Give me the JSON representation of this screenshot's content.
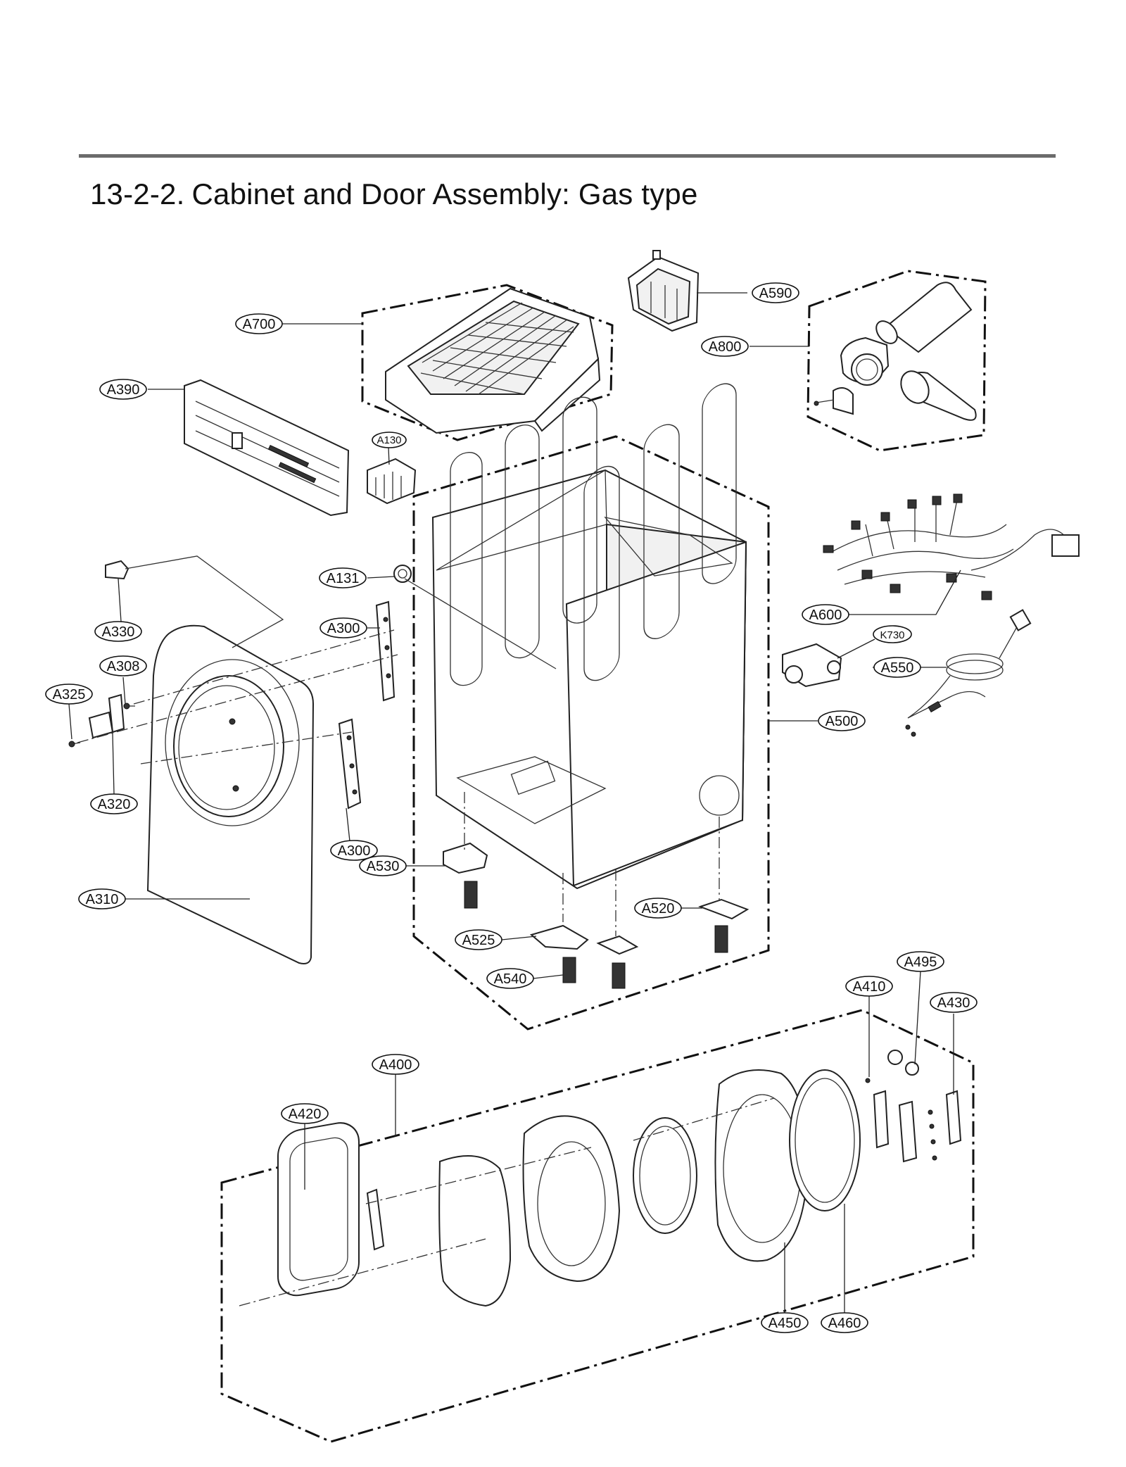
{
  "header": {
    "section_number": "13-2-2.",
    "title": "Cabinet and Door Assembly: Gas type"
  },
  "labels": {
    "a700": "A700",
    "a590": "A590",
    "a800": "A800",
    "a390": "A390",
    "a130": "A130",
    "a131": "A131",
    "a330": "A330",
    "a300_top": "A300",
    "a308": "A308",
    "a325": "A325",
    "a320": "A320",
    "a300_bottom": "A300",
    "a310": "A310",
    "a530": "A530",
    "a525": "A525",
    "a540": "A540",
    "a520": "A520",
    "a500": "A500",
    "a600": "A600",
    "k730": "K730",
    "a550": "A550",
    "a495": "A495",
    "a410": "A410",
    "a430": "A430",
    "a400": "A400",
    "a420": "A420",
    "a450": "A450",
    "a460": "A460"
  }
}
